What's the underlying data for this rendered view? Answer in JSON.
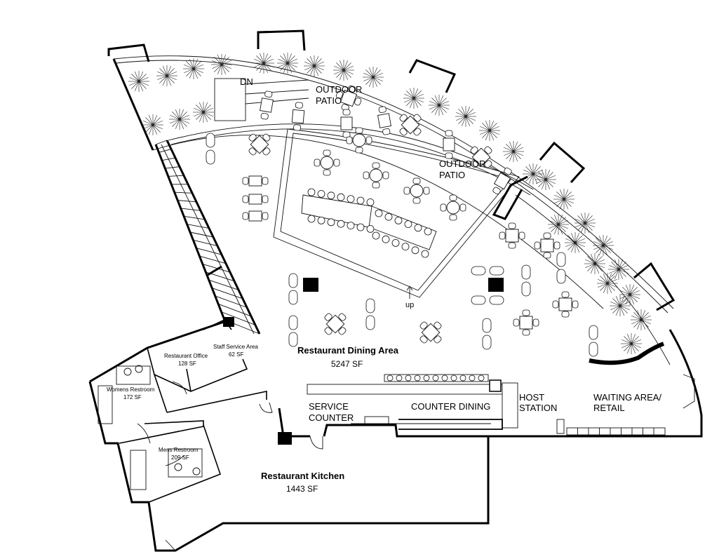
{
  "labels": {
    "dining_title": "Restaurant Dining Area",
    "dining_area": "5247 SF",
    "kitchen_title": "Restaurant Kitchen",
    "kitchen_area": "1443 SF",
    "patio_1a": "OUTDOOR",
    "patio_1b": "PATIO",
    "patio_2a": "OUTDOOR",
    "patio_2b": "PATIO",
    "stair_dn": "DN",
    "ramp_up": "up",
    "service_a": "SERVICE",
    "service_b": "COUNTER",
    "counter_dining": "COUNTER DINING",
    "host_a": "HOST",
    "host_b": "STATION",
    "waiting_a": "WAITING AREA/",
    "waiting_b": "RETAIL",
    "office_title": "Restaurant Office",
    "office_area": "128 SF",
    "staff_title": "Staff Service Area",
    "staff_area": "62 SF",
    "womens_title": "Womens Restroom",
    "womens_area": "172 SF",
    "mens_title": "Mens Restroom",
    "mens_area": "209 SF"
  }
}
